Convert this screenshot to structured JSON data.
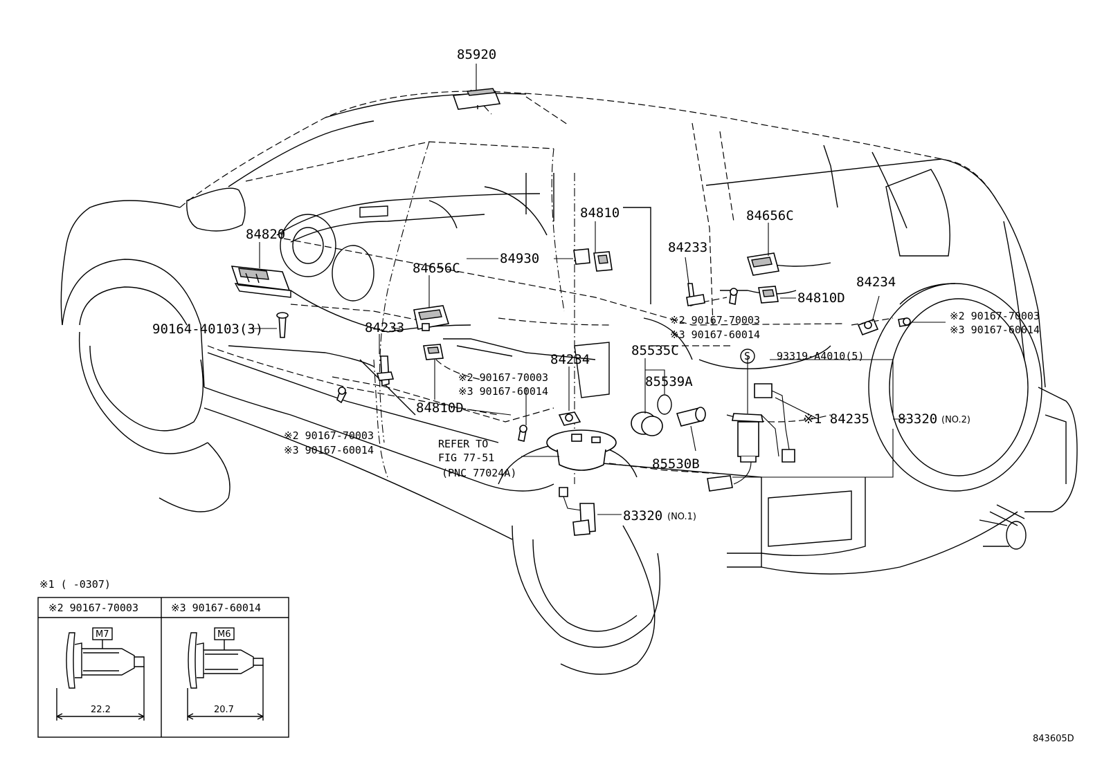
{
  "labels": {
    "p85920": "85920",
    "p84820": "84820",
    "p84810_top": "84810",
    "p84930": "84930",
    "p84656C_center": "84656C",
    "p84656C_right": "84656C",
    "p84233_right": "84233",
    "p84233_left": "84233",
    "p84234_right": "84234",
    "p84234_center": "84234",
    "p84810D_right": "84810D",
    "p84810D_center": "84810D",
    "p90164": "90164-40103(3)",
    "mark1_84235": "※1 84235",
    "p85535C": "85535C",
    "p85539A": "85539A",
    "p85530B": "85530B",
    "p93319": "93319-A4010(5)",
    "s_symbol": "S",
    "p83320_no2": "83320",
    "p83320_no2_suffix": "(NO.2)",
    "p83320_no1": "83320",
    "p83320_no1_suffix": "(NO.1)",
    "refer_line1": "REFER TO",
    "refer_line2": "FIG 77-51",
    "refer_line3": "(PNC 77024A)",
    "c_mid_a": "※2 90167-70003",
    "c_mid_b": "※3 90167-60014",
    "c_left_a": "※2 90167-70003",
    "c_left_b": "※3 90167-60014",
    "c_rmid_a": "※2 90167-70003",
    "c_rmid_b": "※3 90167-60014",
    "c_rt_a": "※2 90167-70003",
    "c_rt_b": "※3 90167-60014"
  },
  "legend": {
    "note": "※1 (     -0307)",
    "col1_header": "※2 90167-70003",
    "col2_header": "※3 90167-60014",
    "col1_thread": "M7",
    "col2_thread": "M6",
    "col1_length": "22.2",
    "col2_length": "20.7"
  },
  "figure_id": "843605D"
}
